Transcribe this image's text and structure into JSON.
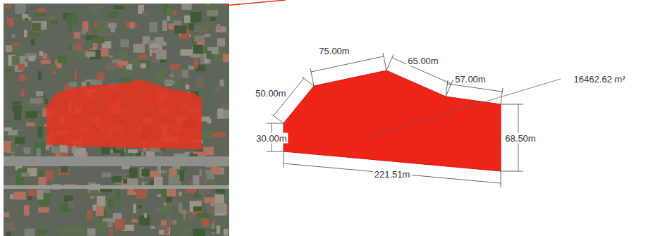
{
  "diagram": {
    "labels": [
      "75.00m",
      "65.00m",
      "57.00m",
      "50.00m",
      "30.00m",
      "68.50m",
      "221.51m",
      "16462.62 m²"
    ]
  }
}
